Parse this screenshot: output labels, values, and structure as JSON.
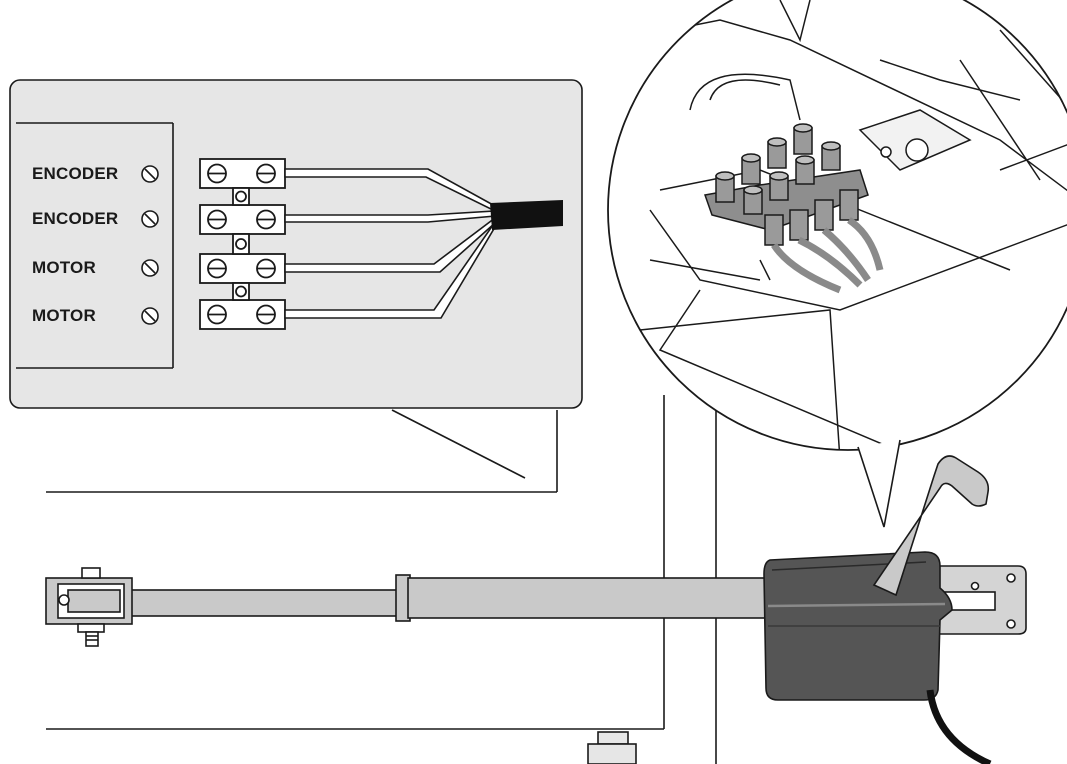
{
  "wiring_panel": {
    "terminals": [
      {
        "label": "ENCODER"
      },
      {
        "label": "ENCODER"
      },
      {
        "label": "MOTOR"
      },
      {
        "label": "MOTOR"
      }
    ]
  },
  "colors": {
    "panel_fill": "#e6e6e6",
    "actuator_body": "#555555",
    "arm_fill": "#c9c9c9",
    "line": "#1a1a1a",
    "cable": "#111111"
  }
}
